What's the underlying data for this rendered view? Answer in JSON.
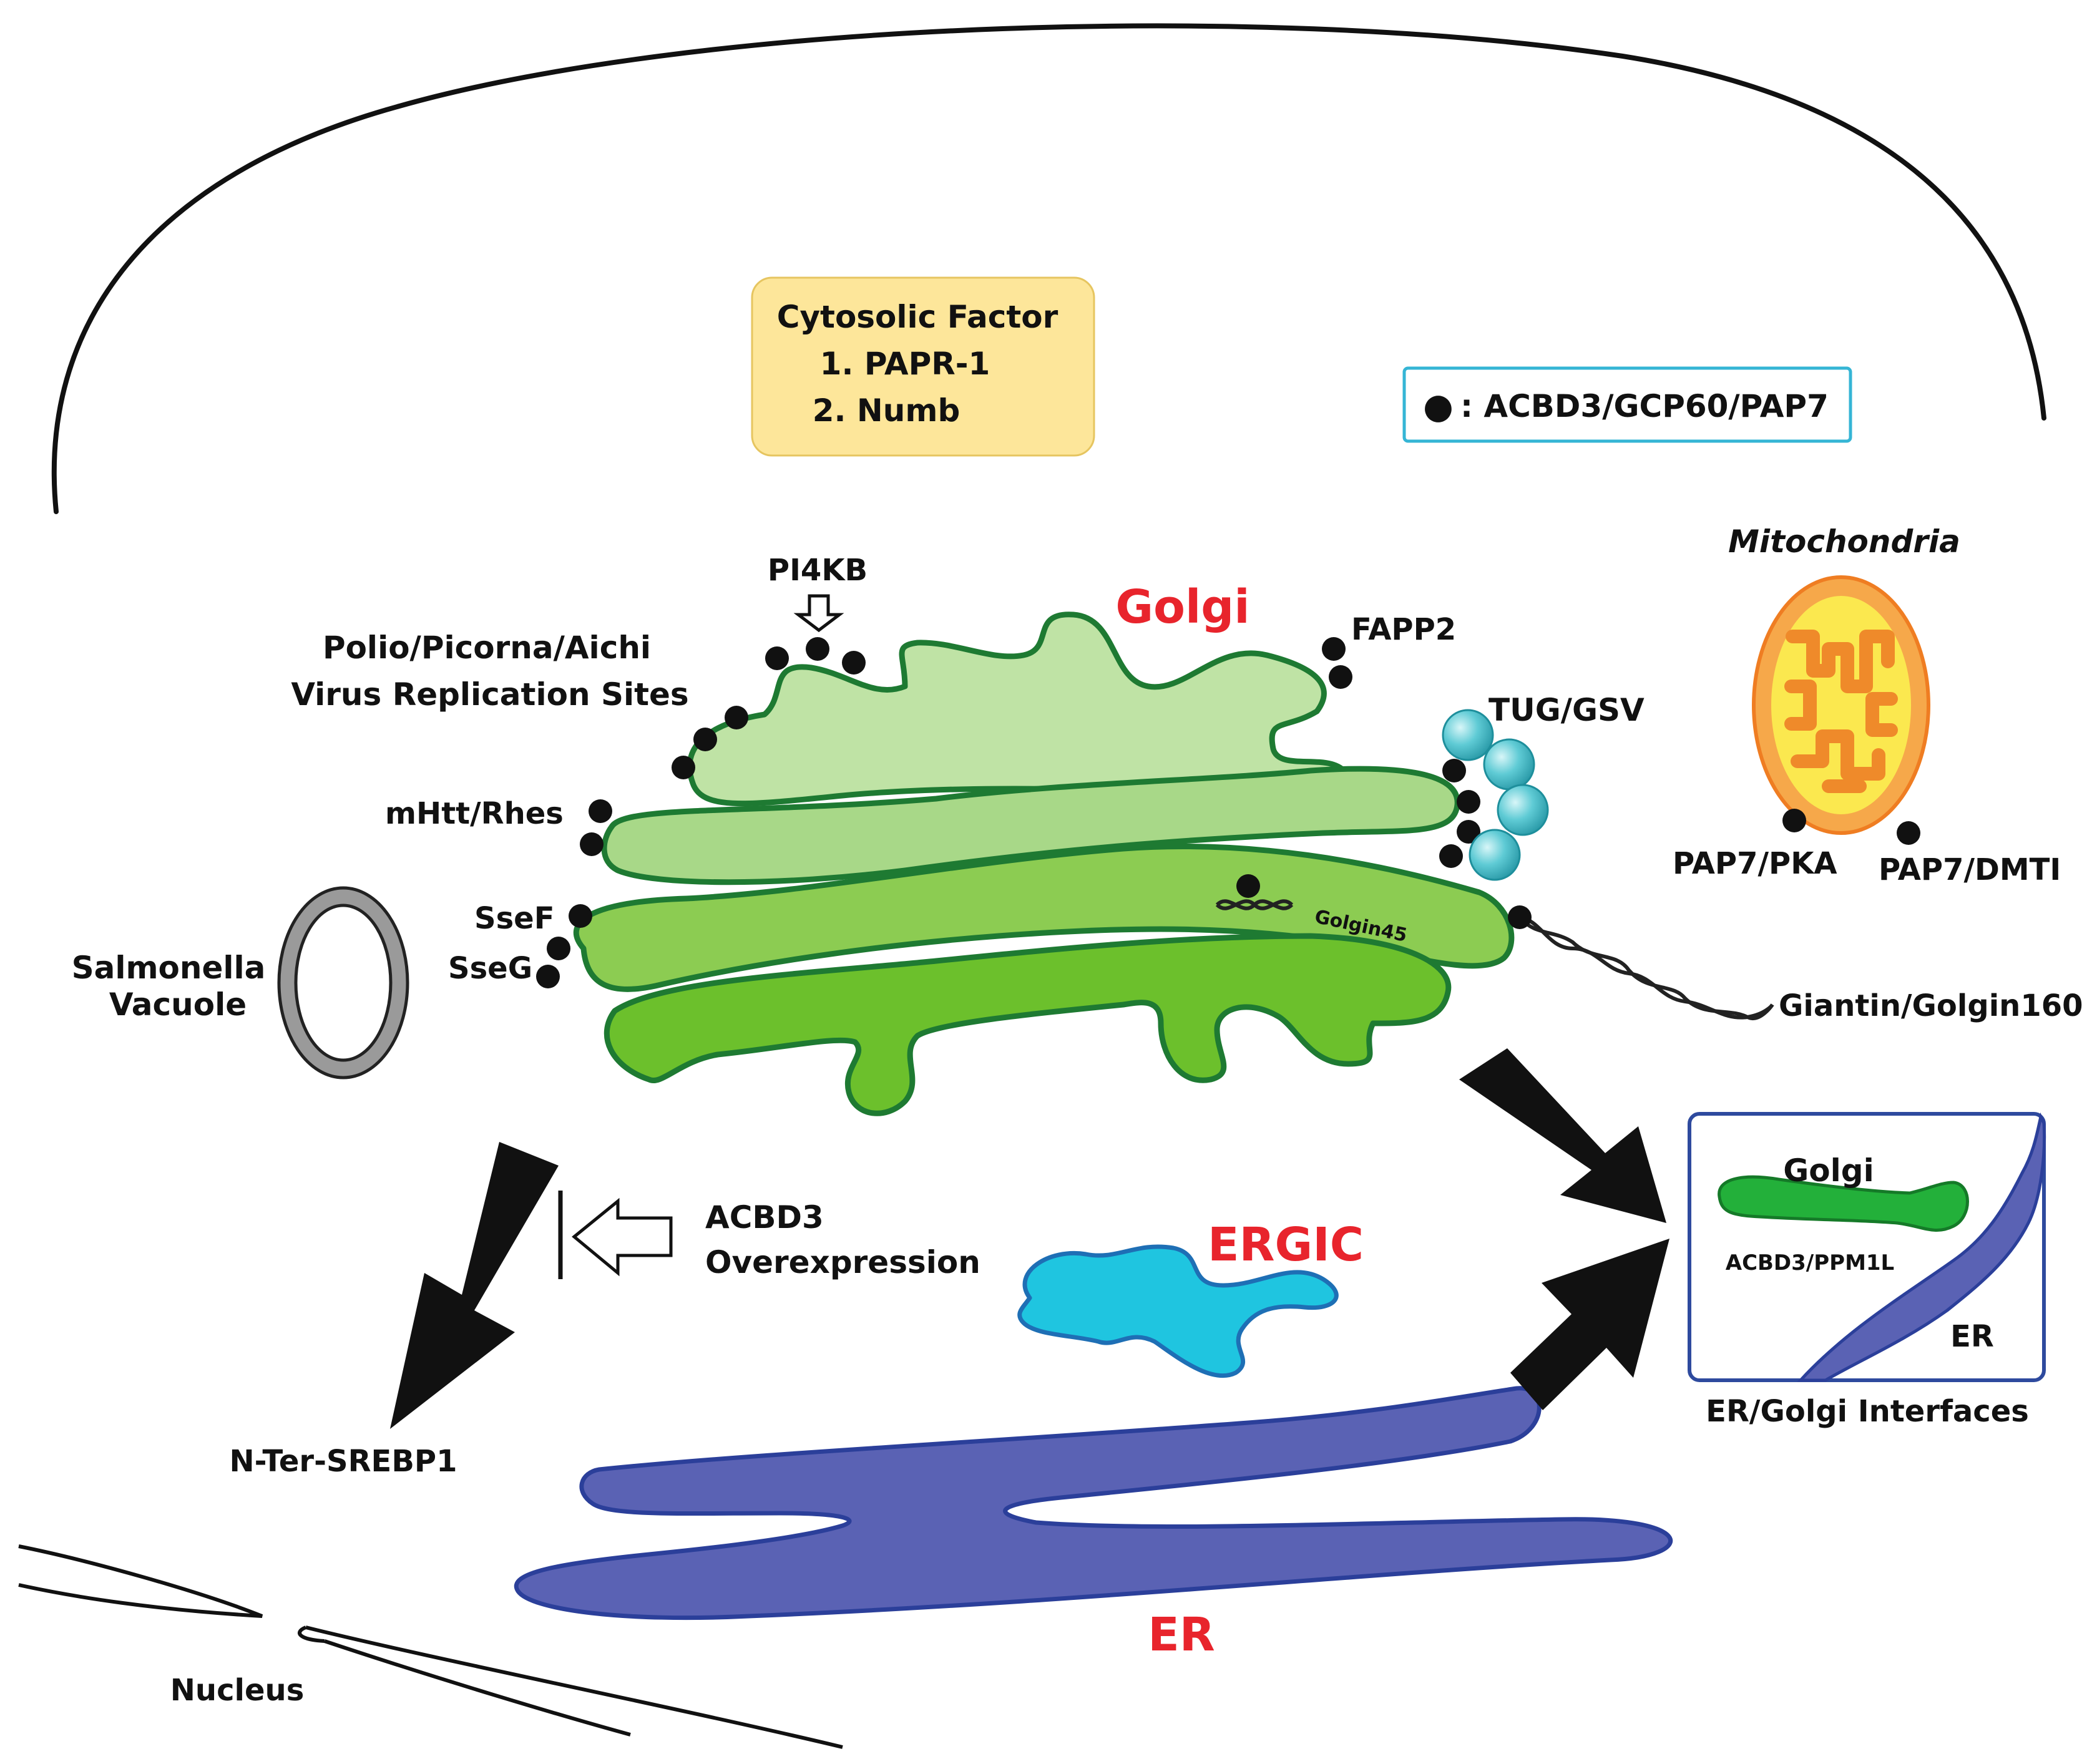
{
  "legend": {
    "dot_symbol": "●",
    "dot_text": ": ACBD3/GCP60/PAP7"
  },
  "cytosolic_box": {
    "title": "Cytosolic Factor",
    "item1": "1. PAPR-1",
    "item2": "2. Numb"
  },
  "organelles": {
    "golgi": "Golgi",
    "ergic": "ERGIC",
    "er": "ER",
    "nucleus": "Nucleus",
    "mitochondria": "Mitochondria"
  },
  "labels": {
    "pi4kb": "PI4KB",
    "fapp2": "FAPP2",
    "virus_line1": "Polio/Picorna/Aichi",
    "virus_line2": "Virus Replication Sites",
    "tug_gsv": "TUG/GSV",
    "mhtt_rhes": "mHtt/Rhes",
    "ssef": "SseF",
    "sseg": "SseG",
    "golgin45": "Golgin45",
    "giantin": "Giantin/Golgin160",
    "salmonella_line1": "Salmonella",
    "salmonella_line2": "Vacuole",
    "pap7_pka": "PAP7/PKA",
    "pap7_dmti": "PAP7/DMTI",
    "acbd3_overexp_line1": "ACBD3",
    "acbd3_overexp_line2": "Overexpression",
    "srebp1": "N-Ter-SREBP1"
  },
  "interface_box": {
    "golgi": "Golgi",
    "protein": "ACBD3/PPM1L",
    "er": "ER",
    "caption": "ER/Golgi Interfaces"
  },
  "colors": {
    "golgi_1": "#bfe3a5",
    "golgi_2": "#a8d888",
    "golgi_3": "#8ccc52",
    "golgi_4": "#6cc02c",
    "golgi_outline": "#1e7a32",
    "ergic": "#1fc5e0",
    "er": "#5a62b4",
    "er_outline": "#2b3f9a",
    "cyto_box": "#fde69a",
    "legend_border": "#35b5d5",
    "red_label": "#e8242c",
    "mito_outer": "#f6a84a",
    "mito_inner": "#fbe84f",
    "vesicle": "#56c8d4"
  }
}
